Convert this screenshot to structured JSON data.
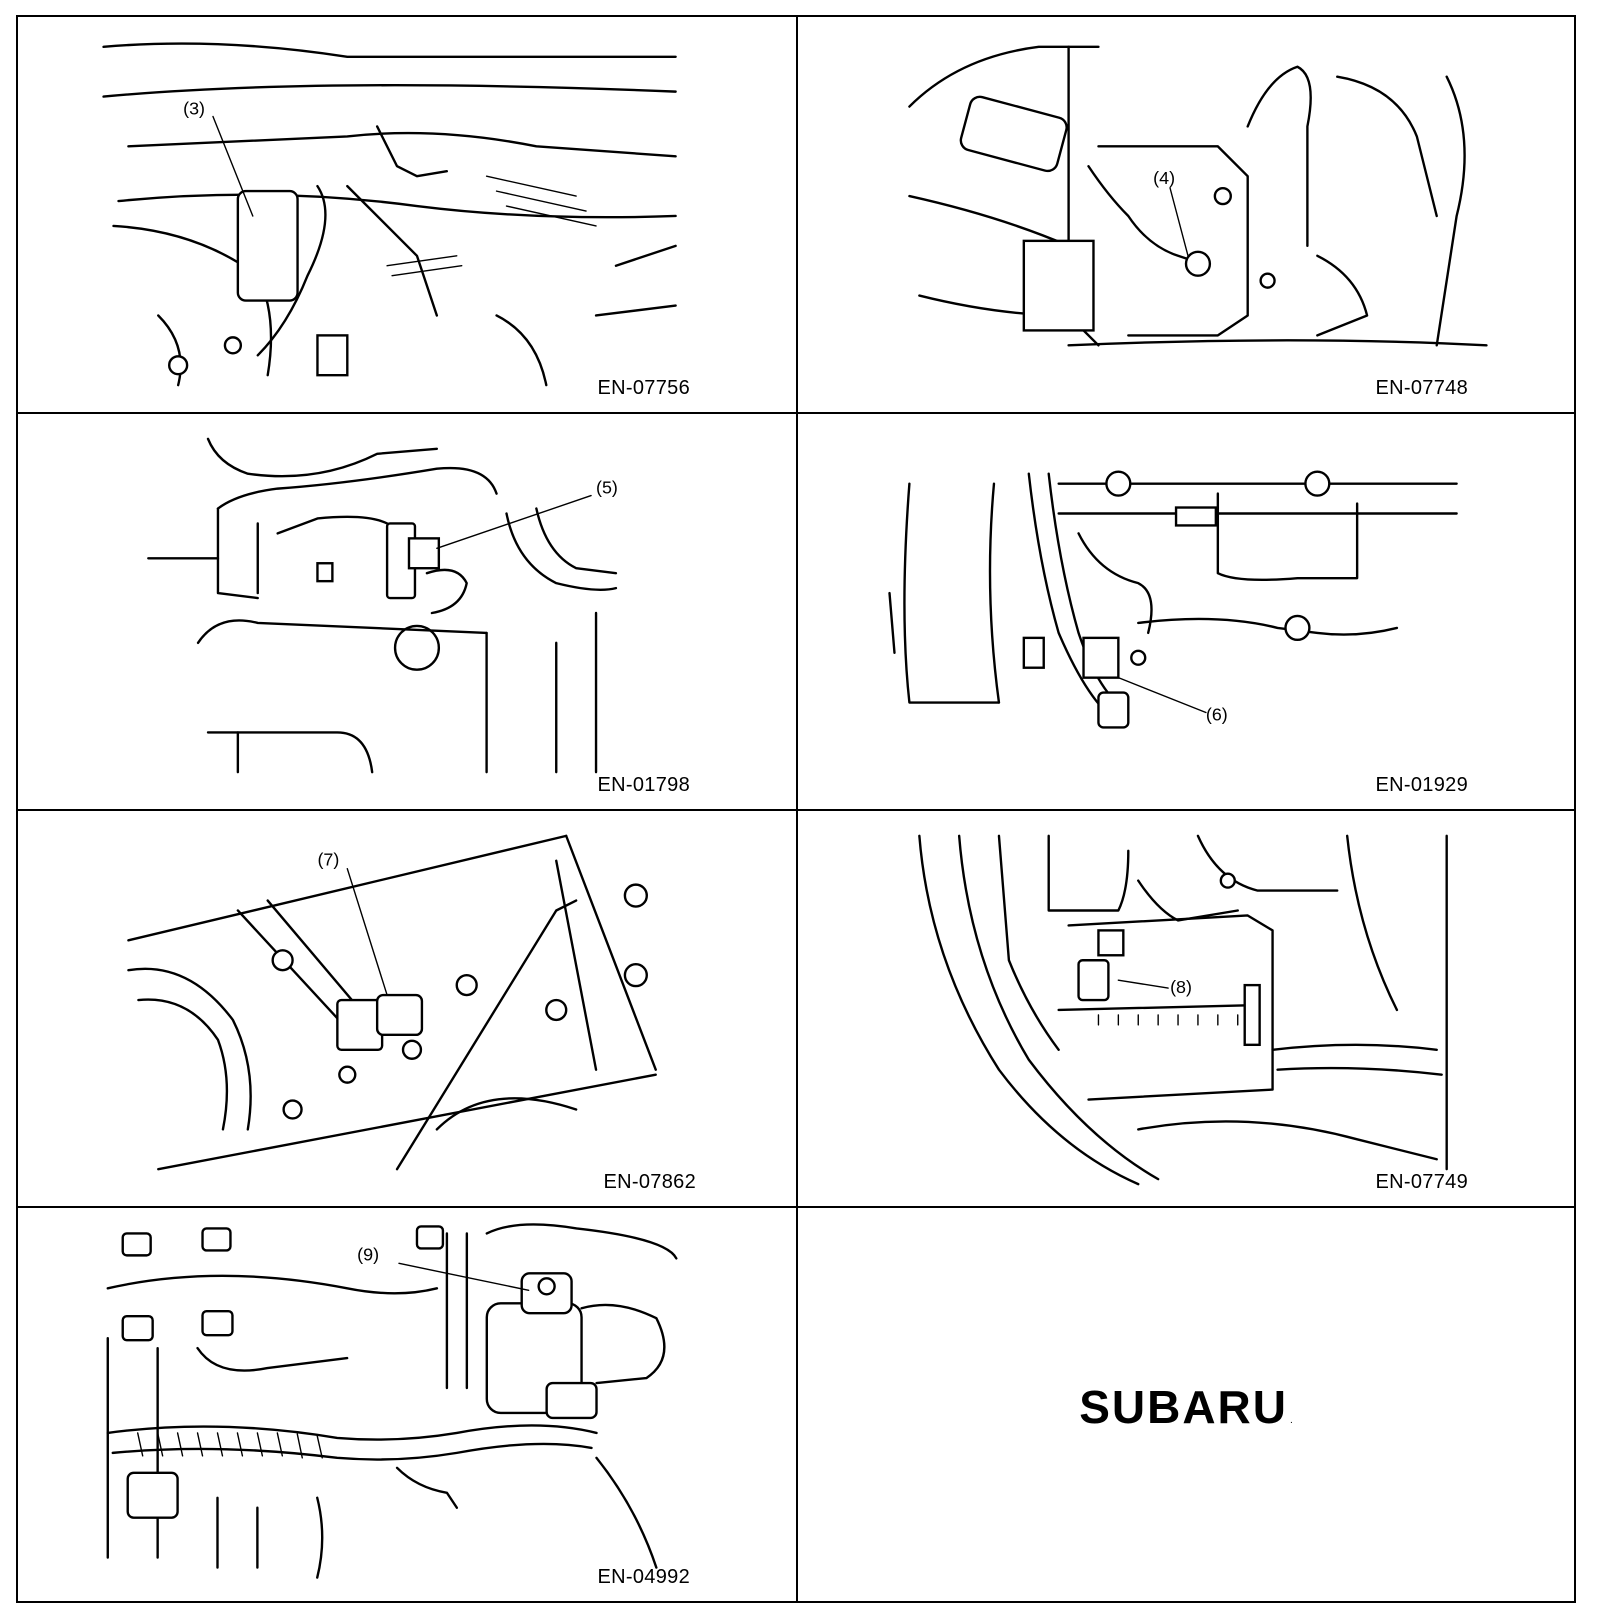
{
  "panels": [
    {
      "figure_code": "EN-07756",
      "callout": "(3)"
    },
    {
      "figure_code": "EN-07748",
      "callout": "(4)"
    },
    {
      "figure_code": "EN-01798",
      "callout": "(5)"
    },
    {
      "figure_code": "EN-01929",
      "callout": "(6)"
    },
    {
      "figure_code": "EN-07862",
      "callout": "(7)"
    },
    {
      "figure_code": "EN-07749",
      "callout": "(8)"
    },
    {
      "figure_code": "EN-04992",
      "callout": "(9)"
    }
  ],
  "logo": {
    "text": "SUBARU",
    "mark": "."
  }
}
